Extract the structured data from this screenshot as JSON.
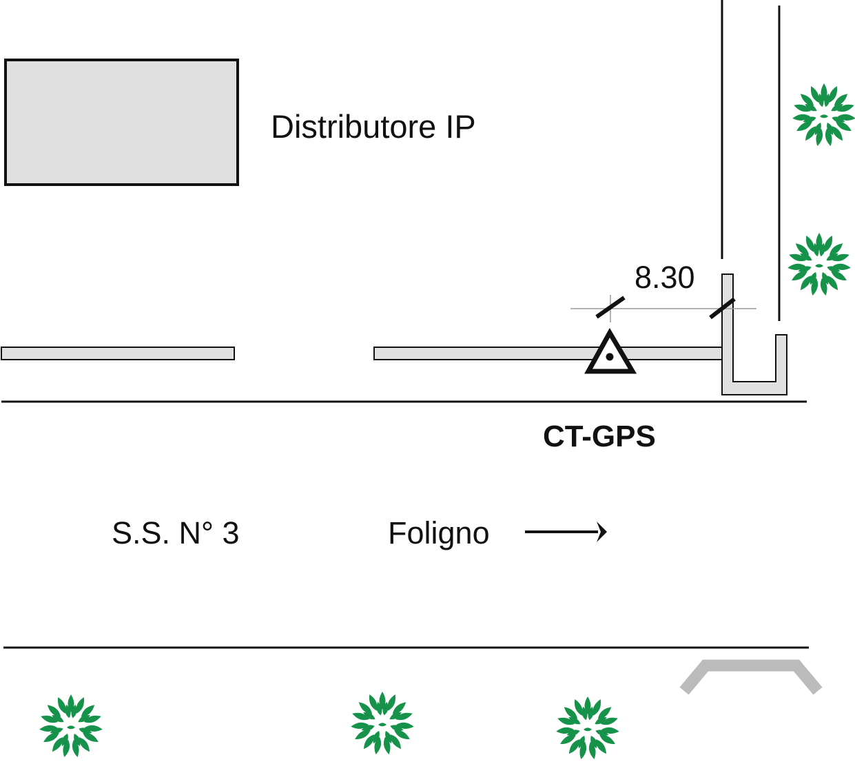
{
  "labels": {
    "building": "Distributore IP",
    "distance": "8.30",
    "station": "CT-GPS",
    "road": "S.S. N° 3",
    "direction": "Foligno"
  },
  "colors": {
    "ink": "#111111",
    "building_fill": "#e0e0e0",
    "curb_fill": "#e0e0e0",
    "shrub_green": "#16924a",
    "bridge_grey": "#bbbbbb",
    "dimension_line": "#999999"
  },
  "icons": {
    "station_marker": "triangle-with-dot-icon",
    "shrub": "shrub-icon",
    "direction": "arrow-right-icon"
  }
}
